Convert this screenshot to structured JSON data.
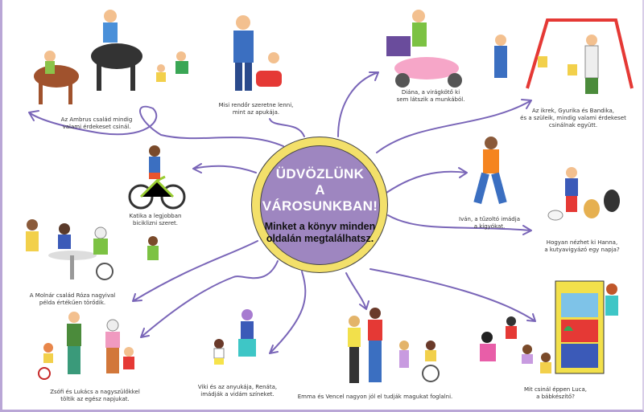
{
  "center": {
    "title_line1": "ÜDVÖZLÜNK",
    "title_line2": "A VÁROSUNKBAN!",
    "subtitle_line1": "Minket a könyv minden",
    "subtitle_line2": "oldalán megtalálhatsz."
  },
  "captions": {
    "ambrus": [
      "Az Ambrus család mindig",
      "valami érdekeset csinál."
    ],
    "misi": [
      "Misi rendőr szeretne lenni,",
      "mint az apukája."
    ],
    "diana": [
      "Diána, a virágkötő ki",
      "sem látszik a munkából."
    ],
    "ikrek": [
      "Az ikrek, Gyurika és Bandika,",
      "és a szüleik, mindig valami érdekeset",
      "csinálnak együtt."
    ],
    "katika": [
      "Katika a legjobban",
      "biciklizni szeret."
    ],
    "ivan": [
      "Iván, a tűzoltó imádja",
      "a kígyókat."
    ],
    "hanna": [
      "Hogyan nézhet ki Hanna,",
      "a kutyavigyázó egy napja?"
    ],
    "molnar": [
      "A Molnár család Róza nagyival",
      "példa értékűen törődik."
    ],
    "zsofi": [
      "Zsófi és Lukács a nagyszülőkkel",
      "töltik az egész napjukat."
    ],
    "viki": [
      "Viki és az anyukája, Renáta,",
      "imádják a vidám színeket."
    ],
    "emma": [
      "Emma és Vencel nagyon jól el tudják magukat foglalni."
    ],
    "luca": [
      "Mit csinál éppen Luca,",
      "a bábkészítő?"
    ]
  },
  "colors": {
    "accent": "#7a66b8",
    "circle_fill": "#9e86c0",
    "ring": "#f3e06a"
  }
}
